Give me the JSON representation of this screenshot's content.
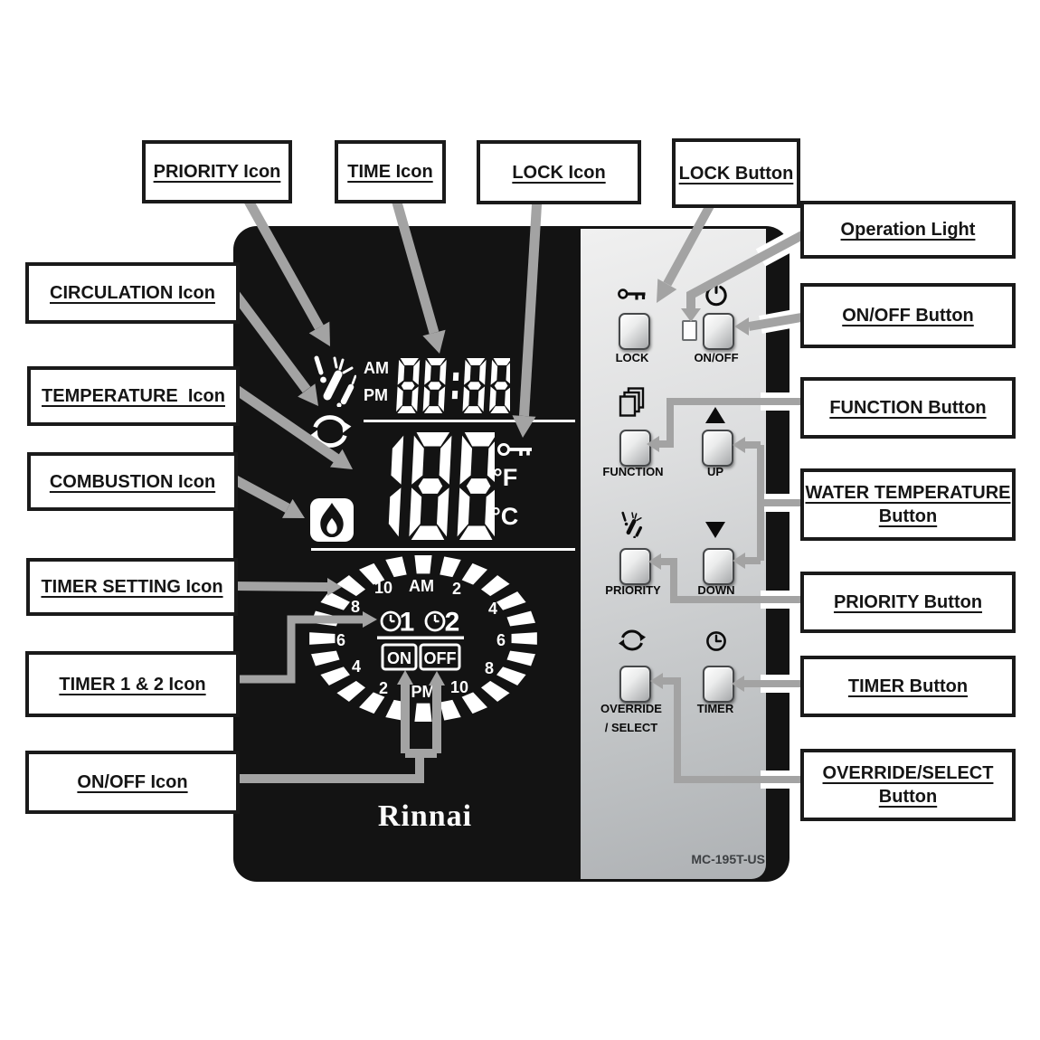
{
  "callouts": {
    "priority_icon": "PRIORITY Icon",
    "time_icon": "TIME Icon",
    "lock_icon": "LOCK Icon",
    "lock_button": "LOCK Button",
    "circulation_icon": "CIRCULATION Icon",
    "temperature_icon": "TEMPERATURE  Icon",
    "combustion_icon": "COMBUSTION Icon",
    "timer_setting_icon": "TIMER SETTING Icon",
    "timer_1_2_icon": "TIMER 1 & 2 Icon",
    "on_off_icon": "ON/OFF Icon",
    "operation_light": "Operation Light",
    "on_off_button": "ON/OFF Button",
    "function_button": "FUNCTION Button",
    "water_temperature_button_line1": "WATER TEMPERATURE",
    "water_temperature_button_line2": "Button",
    "priority_button": "PRIORITY Button",
    "timer_button": "TIMER Button",
    "override_select_button_line1": "OVERRIDE/SELECT",
    "override_select_button_line2": "Button"
  },
  "device": {
    "brand": "Rinnai",
    "model": "MC-195T-US",
    "lcd": {
      "am": "AM",
      "pm": "PM",
      "time_value": "88:88",
      "temp_value": "188",
      "deg_f": "°F",
      "deg_c": "°C",
      "icons": [
        "priority-shower-icon",
        "circulation-icon",
        "lock-key-icon",
        "combustion-flame-icon",
        "timer-dial",
        "timer1-clock-icon",
        "timer2-clock-icon"
      ],
      "dial": {
        "numbers": [
          "10",
          "AM",
          "2",
          "8",
          "4",
          "6",
          "6",
          "4",
          "8",
          "2",
          "PM",
          "10"
        ],
        "timer1": "1",
        "timer2": "2",
        "on": "ON",
        "off": "OFF"
      }
    },
    "buttons": [
      {
        "label": "LOCK",
        "icon": "key-icon"
      },
      {
        "label": "ON/OFF",
        "icon": "power-icon"
      },
      {
        "label": "FUNCTION",
        "icon": "function-pages-icon"
      },
      {
        "label": "UP",
        "icon": "up-triangle-icon"
      },
      {
        "label": "PRIORITY",
        "icon": "shower-spray-icon"
      },
      {
        "label": "DOWN",
        "icon": "down-triangle-icon"
      },
      {
        "label": "OVERRIDE",
        "label2": "/ SELECT",
        "icon": "circulation-icon"
      },
      {
        "label": "TIMER",
        "icon": "clock-icon"
      }
    ]
  },
  "colors": {
    "device_black": "#131313",
    "panel_gray": "#c9cbcd",
    "connector_gray": "#a3a3a3",
    "lcd_white": "#ffffff"
  }
}
